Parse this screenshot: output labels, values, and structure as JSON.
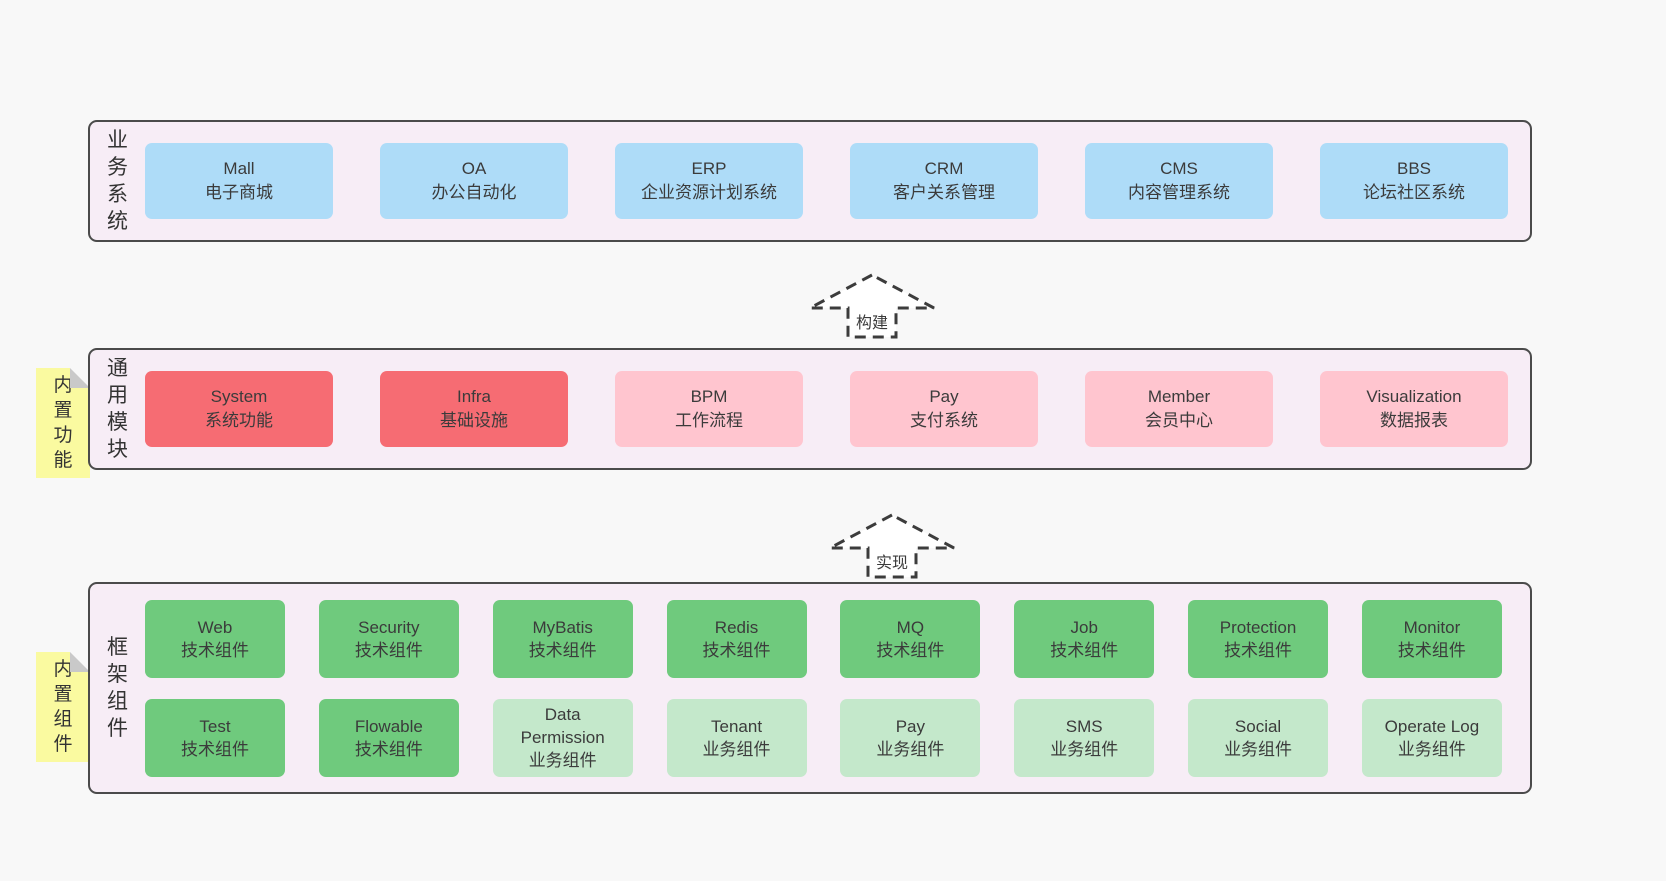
{
  "page": {
    "background": "#f8f8f8"
  },
  "colors": {
    "band_background": "#f7edf6",
    "band_border": "#4b4b4b",
    "blue_box": "#aedcf8",
    "red_box": "#f66c73",
    "pink_box": "#ffc5cf",
    "green_box": "#6fca7d",
    "green_light_box": "#c4e8cb",
    "sticky_yellow": "#fafaa0"
  },
  "arrows": [
    {
      "label": "构建"
    },
    {
      "label": "实现"
    }
  ],
  "bands": [
    {
      "label": "业务系统",
      "boxes": [
        {
          "en": "Mall",
          "zh": "电子商城"
        },
        {
          "en": "OA",
          "zh": "办公自动化"
        },
        {
          "en": "ERP",
          "zh": "企业资源计划系统"
        },
        {
          "en": "CRM",
          "zh": "客户关系管理"
        },
        {
          "en": "CMS",
          "zh": "内容管理系统"
        },
        {
          "en": "BBS",
          "zh": "论坛社区系统"
        }
      ]
    },
    {
      "label": "通用模块",
      "sticky": "内置功能",
      "boxes": [
        {
          "en": "System",
          "zh": "系统功能"
        },
        {
          "en": "Infra",
          "zh": "基础设施"
        },
        {
          "en": "BPM",
          "zh": "工作流程"
        },
        {
          "en": "Pay",
          "zh": "支付系统"
        },
        {
          "en": "Member",
          "zh": "会员中心"
        },
        {
          "en": "Visualization",
          "zh": "数据报表"
        }
      ]
    },
    {
      "label": "框架组件",
      "sticky": "内置组件",
      "rows": [
        [
          {
            "en": "Web",
            "zh": "技术组件"
          },
          {
            "en": "Security",
            "zh": "技术组件"
          },
          {
            "en": "MyBatis",
            "zh": "技术组件"
          },
          {
            "en": "Redis",
            "zh": "技术组件"
          },
          {
            "en": "MQ",
            "zh": "技术组件"
          },
          {
            "en": "Job",
            "zh": "技术组件"
          },
          {
            "en": "Protection",
            "zh": "技术组件"
          },
          {
            "en": "Monitor",
            "zh": "技术组件"
          }
        ],
        [
          {
            "en": "Test",
            "zh": "技术组件"
          },
          {
            "en": "Flowable",
            "zh": "技术组件"
          },
          {
            "en": "Data Permission",
            "zh": "业务组件"
          },
          {
            "en": "Tenant",
            "zh": "业务组件"
          },
          {
            "en": "Pay",
            "zh": "业务组件"
          },
          {
            "en": "SMS",
            "zh": "业务组件"
          },
          {
            "en": "Social",
            "zh": "业务组件"
          },
          {
            "en": "Operate Log",
            "zh": "业务组件"
          }
        ]
      ]
    }
  ]
}
